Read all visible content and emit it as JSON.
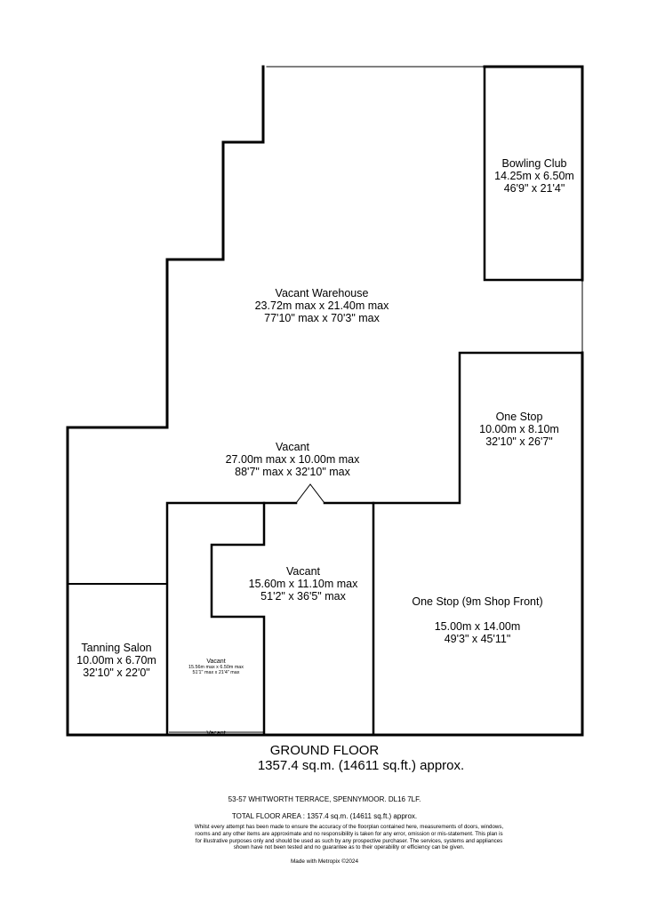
{
  "rooms": {
    "bowling_club": {
      "name": "Bowling Club",
      "metric": "14.25m  x 6.50m",
      "imperial": "46'9\"  x 21'4\""
    },
    "vacant_warehouse": {
      "name": "Vacant Warehouse",
      "metric": "23.72m max x 21.40m max",
      "imperial": "77'10\" max x 70'3\" max"
    },
    "one_stop": {
      "name": "One Stop",
      "metric": "10.00m  x 8.10m",
      "imperial": "32'10\"  x 26'7\""
    },
    "vacant_main": {
      "name": "Vacant",
      "metric": "27.00m max x 10.00m max",
      "imperial": "88'7\" max x 32'10\" max"
    },
    "vacant_middle": {
      "name": "Vacant",
      "metric": "15.60m  x 11.10m max",
      "imperial": "51'2\"  x 36'5\" max"
    },
    "one_stop_front": {
      "name": "One Stop (9m Shop Front)",
      "metric": "15.00m  x 14.00m",
      "imperial": "49'3\"  x 45'11\""
    },
    "tanning_salon": {
      "name": "Tanning Salon",
      "metric": "10.00m  x 6.70m",
      "imperial": "32'10\"  x 22'0\""
    },
    "vacant_small": {
      "name": "Vacant",
      "metric": "15.56m max x 6.50m max",
      "imperial": "51'1\" max x 21'4\" max"
    },
    "vacant_bottom_tag": "Vacant"
  },
  "floor": {
    "title": "GROUND FLOOR",
    "area": "1357.4 sq.m. (14611 sq.ft.) approx."
  },
  "footer": {
    "address": "53-57 WHITWORTH TERRACE, SPENNYMOOR. DL16 7LF.",
    "total_area": "TOTAL FLOOR AREA : 1357.4 sq.m. (14611 sq.ft.) approx.",
    "disclaimer": "Whilst every attempt has been made to ensure the accuracy of the floorplan contained here, measurements of doors, windows, rooms and any other items are approximate and no responsibility is taken for any error, omission or mis-statement. This plan is for illustrative purposes only and should be used as such by any prospective purchaser. The services, systems and appliances shown have not been tested and no guarantee as to their operability or efficiency can be given.",
    "credit": "Made with Metropix ©2024"
  }
}
